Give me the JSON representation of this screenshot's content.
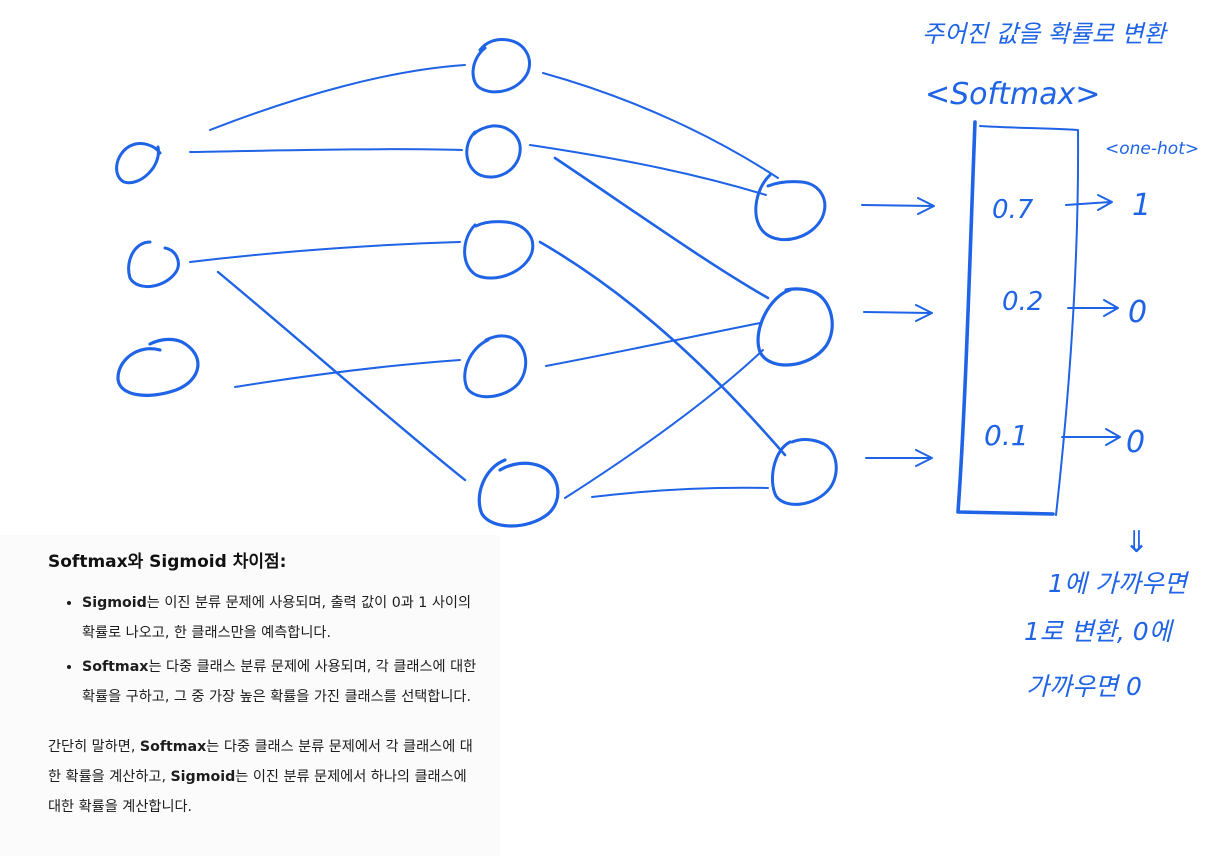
{
  "diagram": {
    "input_nodes": 3,
    "hidden_nodes": 5,
    "output_nodes": 3,
    "title_annotation": "주어진 값을 확률로 변환",
    "softmax_label": "<Softmax>",
    "onehot_label": "<one-hot>",
    "probabilities": [
      "0.7",
      "0.2",
      "0.1"
    ],
    "onehot_values": [
      "1",
      "0",
      "0"
    ],
    "down_arrow": "⇓",
    "bottom_note": [
      "1에 가까우면",
      "1로 변환, 0에",
      "가까우면 0"
    ]
  },
  "note": {
    "title": "Softmax와 Sigmoid 차이점:",
    "sigmoid_term": "Sigmoid",
    "sigmoid_desc": "는 이진 분류 문제에 사용되며, 출력 값이 0과 1 사이의 확률로 나오고, 한 클래스만을 예측합니다.",
    "softmax_term": "Softmax",
    "softmax_desc": "는 다중 클래스 분류 문제에 사용되며, 각 클래스에 대한 확률을 구하고, 그 중 가장 높은 확률을 가진 클래스를 선택합니다.",
    "summary_pre": "간단히 말하면, ",
    "summary_softmax": "Softmax",
    "summary_mid": "는 다중 클래스 분류 문제에서 각 클래스에 대한 확률을 계산하고, ",
    "summary_sigmoid": "Sigmoid",
    "summary_post": "는 이진 분류 문제에서 하나의 클래스에 대한 확률을 계산합니다."
  }
}
